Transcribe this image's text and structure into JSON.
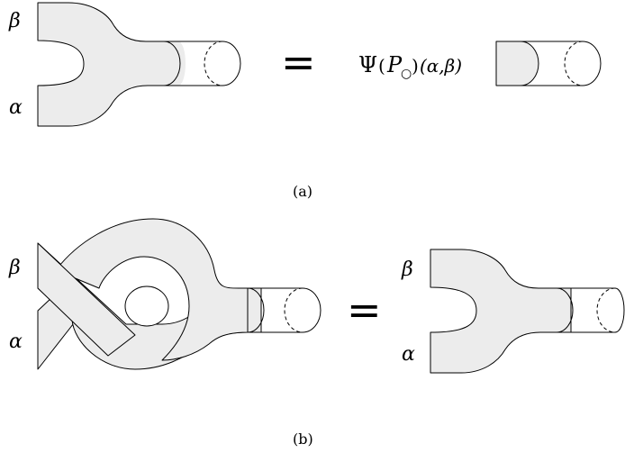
{
  "panel_a": {
    "label_beta": "β",
    "label_alpha": "α",
    "equals": "=",
    "psi": {
      "symbol": "Ψ",
      "open_paren": "(",
      "variable": "P",
      "subscript": "○",
      "close_paren": ")",
      "args": "(α,β)"
    },
    "caption": "(a)"
  },
  "panel_b": {
    "label_beta_left": "β",
    "label_alpha_left": "α",
    "equals": "=",
    "label_beta_right": "β",
    "label_alpha_right": "α",
    "caption": "(b)"
  }
}
